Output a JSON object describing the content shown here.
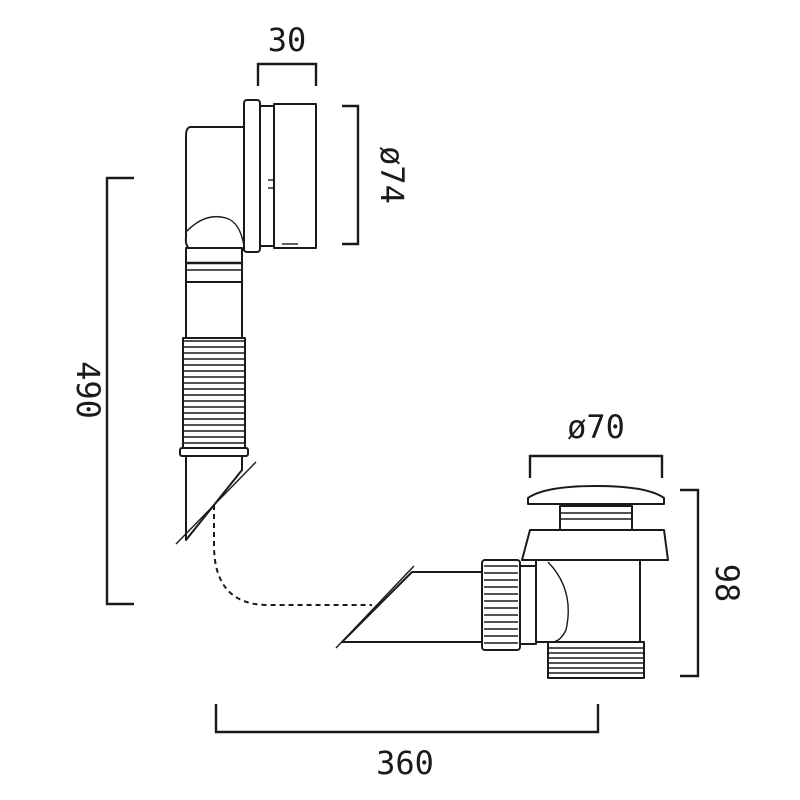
{
  "dimensions": {
    "overflow_width": "30",
    "overflow_diameter": "ø74",
    "overflow_height": "490",
    "waste_diameter": "ø70",
    "waste_height": "98",
    "total_width": "360"
  },
  "colors": {
    "line": "#1a1a1a",
    "background": "#ffffff"
  }
}
